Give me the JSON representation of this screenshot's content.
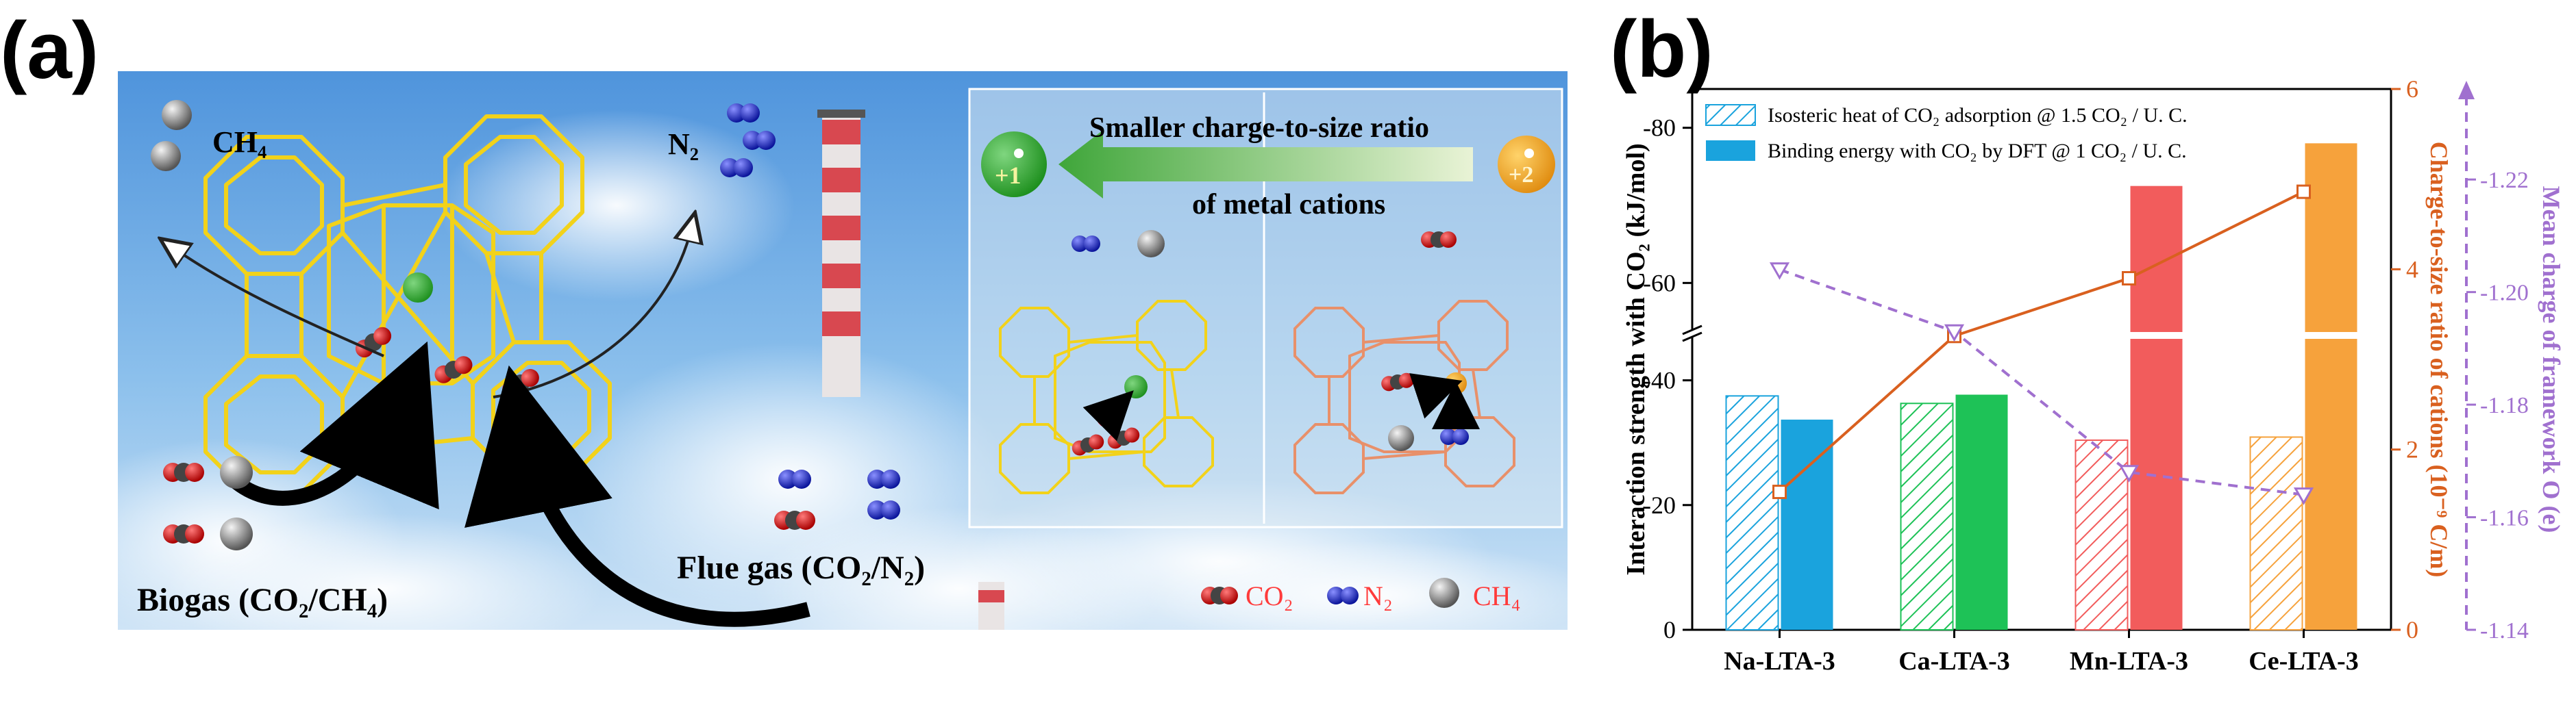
{
  "panel_a": {
    "label": "(a)",
    "gas_ch4": "CH₄",
    "gas_n2": "N₂",
    "arrow_text_1": "Smaller charge-to-size ratio",
    "arrow_text_2": "of metal cations",
    "cation_left": "+1",
    "cation_right": "+2",
    "biogas": "Biogas (CO₂/CH₄)",
    "fluegas": "Flue gas (CO₂/N₂)",
    "legend": {
      "co2": "CO₂",
      "n2": "N₂",
      "ch4": "CH₄"
    },
    "colors": {
      "sky": "#5aa0e0",
      "framework": "#f2d21a",
      "framework_alt": "#e8906a",
      "cation_plus1": "#2fa52f",
      "cation_plus2": "#f0a018"
    }
  },
  "panel_b": {
    "label": "(b)"
  },
  "chart_data": {
    "type": "bar",
    "categories": [
      "Na-LTA-3",
      "Ca-LTA-3",
      "Mn-LTA-3",
      "Ce-LTA-3"
    ],
    "ylabel": "Interaction strength with CO₂ (kJ/mol)",
    "ylabel2": "Charge-to-size ratio of cations (10⁻⁹ C/m)",
    "ylabel3": "Mean charge of framework O (e)",
    "y_axis_break": true,
    "y_lower_range": [
      0,
      -45
    ],
    "y_upper_range": [
      -55,
      -85
    ],
    "y_ticks": [
      0,
      -20,
      -40,
      -60,
      -80
    ],
    "y2_range": [
      0,
      6
    ],
    "y2_ticks": [
      0,
      2,
      4,
      6
    ],
    "y3_range": [
      -1.14,
      -1.23
    ],
    "y3_ticks": [
      -1.14,
      -1.16,
      -1.18,
      -1.2,
      -1.22
    ],
    "legend_position": "top",
    "series": [
      {
        "name": "Isosteric heat of CO₂ adsorption @ 1.5 CO₂ / U. C.",
        "kind": "bar",
        "pattern": "hatched",
        "values": [
          -37.5,
          -36.3,
          -30.4,
          -30.9
        ]
      },
      {
        "name": "Binding energy with CO₂ by DFT @ 1 CO₂ / U. C.",
        "kind": "bar",
        "pattern": "solid",
        "values": [
          -33.7,
          -37.7,
          -72.5,
          -78.0
        ]
      },
      {
        "name": "",
        "kind": "line",
        "axis": "y2",
        "marker": "square",
        "values": [
          1.53,
          3.26,
          3.9,
          4.86
        ]
      },
      {
        "name": "",
        "kind": "line",
        "axis": "y3",
        "marker": "triangle-down",
        "dashed": true,
        "values": [
          -1.204,
          -1.193,
          -1.168,
          -1.164
        ]
      }
    ],
    "colors": {
      "Na-LTA-3": "#1aa3dd",
      "Ca-LTA-3": "#1ec257",
      "Mn-LTA-3": "#f25c5c",
      "Ce-LTA-3": "#f6a23c",
      "y2_line": "#d9601f",
      "y3_line": "#a070cf"
    }
  }
}
